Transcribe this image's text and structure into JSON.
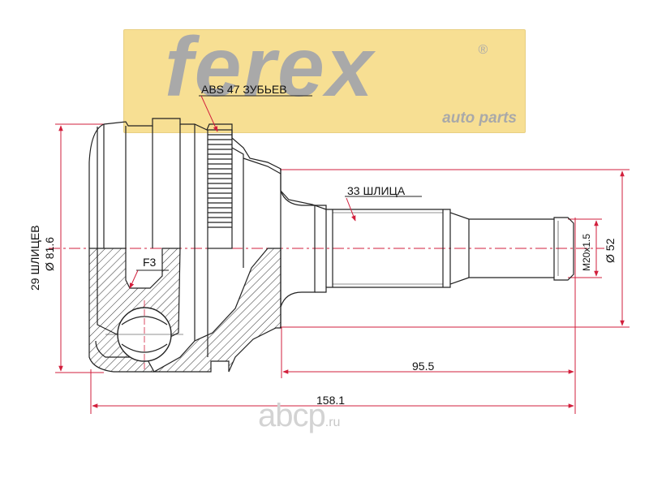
{
  "brand": {
    "name": "ferex",
    "tagline": "auto parts",
    "registered": "®"
  },
  "labels": {
    "abs": "ABS 47 ЗУБЬЕВ",
    "splines_shaft": "33 ШЛИЦА",
    "splines_inner": "29 ШЛИЦЕВ",
    "dia_outer": "Ø 81.6",
    "dia_seal": "Ø 52",
    "thread": "M20x1.5",
    "fit": "F3",
    "len_shaft": "95.5",
    "len_total": "158.1"
  },
  "watermark": {
    "name": "аbcp",
    "domain": ".ru"
  },
  "colors": {
    "dimension": "#d21f3c",
    "outline": "#222222",
    "logo_bg": "#f7df93",
    "logo_text": "#a9a9a9"
  }
}
